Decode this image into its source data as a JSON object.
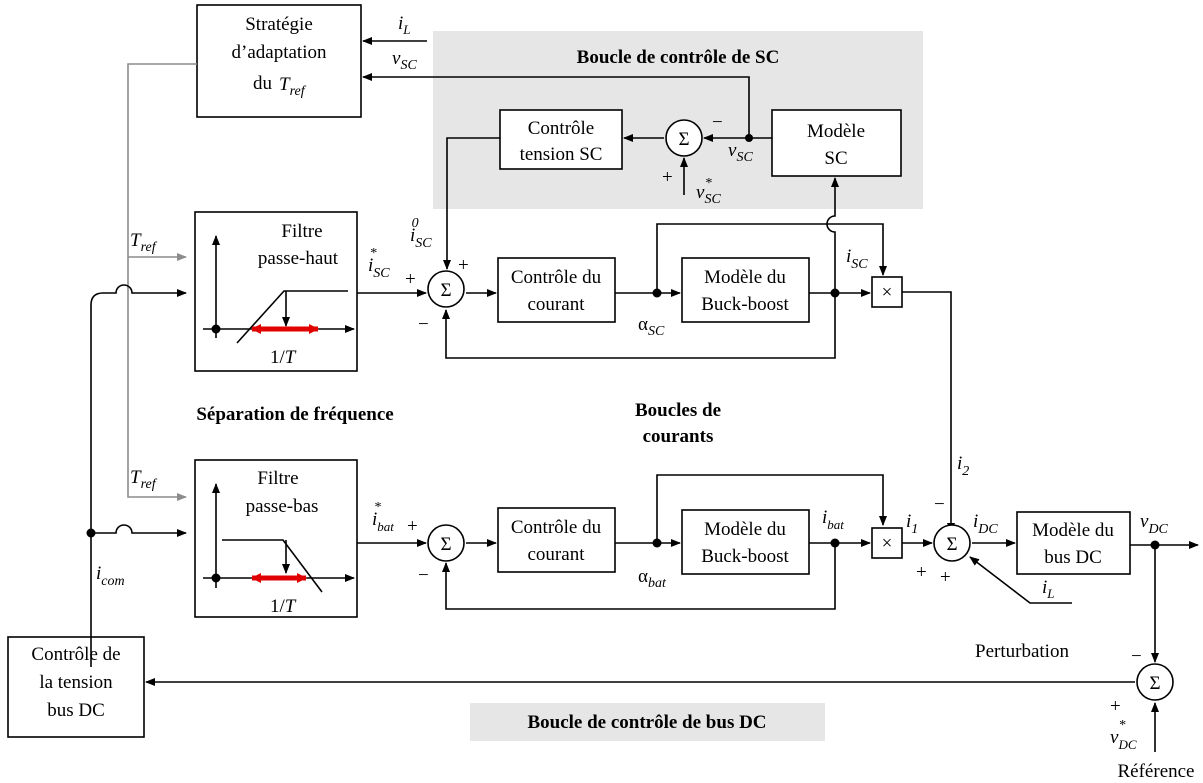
{
  "colors": {
    "loop_bg": "#e6e6e6",
    "ref_line": "#8c8c8c",
    "band_arrow": "#e00000",
    "line": "#000000"
  },
  "blocks": {
    "strategie": [
      "Stratégie",
      "d’adaptation",
      "du"
    ],
    "controle_sc": [
      "Contrôle",
      "tension SC"
    ],
    "modele_sc": [
      "Modèle",
      "SC"
    ],
    "filtre_haut": [
      "Filtre",
      "passe-haut"
    ],
    "filtre_bas": [
      "Filtre",
      "passe-bas"
    ],
    "controle_courant": [
      "Contrôle du",
      "courant"
    ],
    "modele_buck": [
      "Modèle du",
      "Buck-boost"
    ],
    "modele_bus": [
      "Modèle du",
      "bus DC"
    ],
    "controle_bus": [
      "Contrôle de",
      "la tension",
      "bus DC"
    ]
  },
  "titles": {
    "sc_loop": "Boucle de contrôle de SC",
    "bus_loop": "Boucle de contrôle de bus DC",
    "separation": "Séparation de fréquence",
    "courants": [
      "Boucles de",
      "courants"
    ]
  },
  "symbols": {
    "sum": "Σ",
    "product": "×",
    "plus": "+",
    "minus": "−",
    "one_over_T": "1/T",
    "T": "T",
    "ref": "ref",
    "i": "i",
    "v": "v",
    "star": "*",
    "zero": "0",
    "L": "L",
    "SC": "SC",
    "bat": "bat",
    "com": "com",
    "DC": "DC",
    "one": "1",
    "two": "2",
    "alpha": "α"
  },
  "labels": {
    "perturbation": "Perturbation",
    "reference": "Référence"
  }
}
